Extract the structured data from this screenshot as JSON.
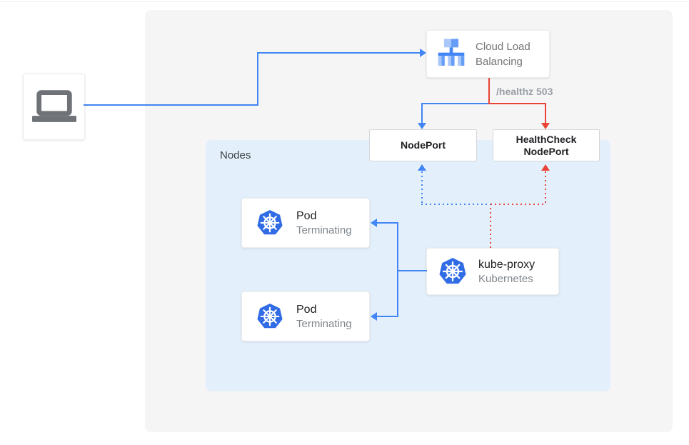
{
  "diagram": {
    "client": {
      "icon": "laptop-icon"
    },
    "cloud_load_balancing": {
      "label": "Cloud Load Balancing",
      "icon": "load-balancer-icon"
    },
    "health_check_annotation": "/healthz 503",
    "node_port": {
      "label": "NodePort"
    },
    "health_check_node_port": {
      "line1": "HealthCheck",
      "line2": "NodePort"
    },
    "nodes_container": {
      "label": "Nodes"
    },
    "pods": [
      {
        "title": "Pod",
        "status": "Terminating",
        "icon": "kubernetes-icon"
      },
      {
        "title": "Pod",
        "status": "Terminating",
        "icon": "kubernetes-icon"
      }
    ],
    "kube_proxy": {
      "title": "kube-proxy",
      "subtitle": "Kubernetes",
      "icon": "kubernetes-icon"
    }
  },
  "colors": {
    "traffic_blue": "#4285F4",
    "error_red": "#EA4335",
    "nodes_panel_bg": "#E3F0FC",
    "canvas_bg": "#F5F5F6",
    "nodeport_border": "#D5D7DB",
    "text_primary": "#202124",
    "text_secondary": "#80868B",
    "annotation_gray": "#9AA0A6",
    "icon_gray": "#6F7377",
    "kubernetes_blue": "#326CE5",
    "lb_icon_blue": "#4285F4",
    "lb_icon_light": "#A8C7FA",
    "lb_icon_medium": "#669DF6",
    "lb_text": "#757575"
  }
}
